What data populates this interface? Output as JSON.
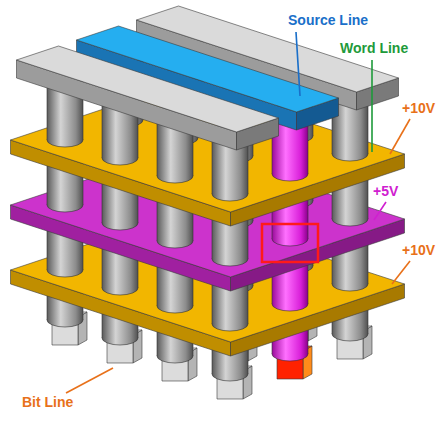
{
  "diagram": {
    "labels": [
      "Source Line",
      "Word Line",
      "+10V",
      "+5V",
      "+10V",
      "Bit Line"
    ]
  }
}
